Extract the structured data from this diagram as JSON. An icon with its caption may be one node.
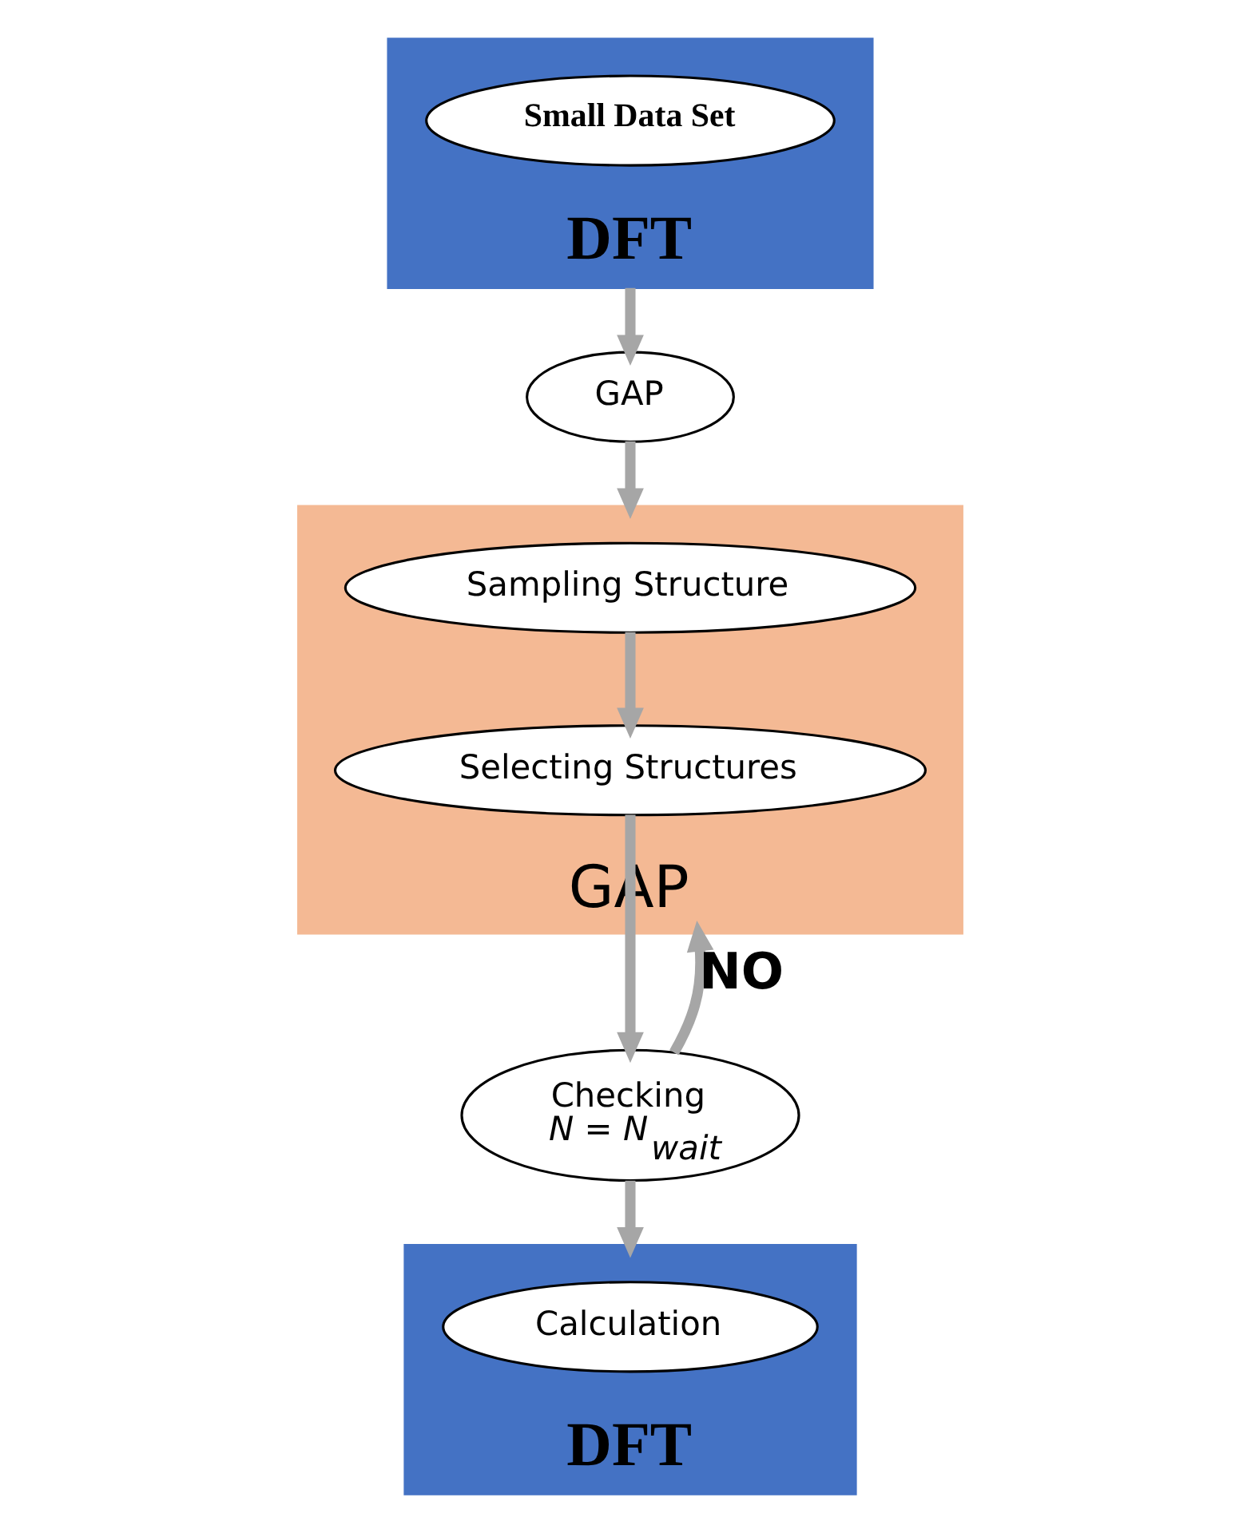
{
  "diagram": {
    "nodes": [
      {
        "text": [
          "DFT"
        ]
      },
      {
        "text": [
          "Small Data Set"
        ],
        "in": 0
      },
      {
        "text": [
          "GAP"
        ]
      },
      {
        "text": [
          "GAP"
        ]
      },
      {
        "text": [
          "Sampling Structure"
        ],
        "in": 3
      },
      {
        "text": [
          "Selecting Structures"
        ],
        "in": 3
      },
      {
        "text": [
          "Checking",
          "N = N$_{wait}$"
        ]
      },
      {
        "text": [
          "DFT"
        ]
      },
      {
        "text": [
          "Calculation"
        ],
        "in": 7
      }
    ],
    "edges": [
      {
        "from": 0,
        "to": 2,
        "arrow": "to"
      },
      {
        "from": 2,
        "to": 3,
        "arrow": "to"
      },
      {
        "from": 4,
        "to": 5,
        "arrow": "to"
      },
      {
        "from": 5,
        "to": 6,
        "arrow": "to"
      },
      {
        "from": 6,
        "to": 3,
        "arrow": "to",
        "label": "NO"
      },
      {
        "from": 6,
        "to": 7,
        "arrow": "to"
      }
    ]
  }
}
